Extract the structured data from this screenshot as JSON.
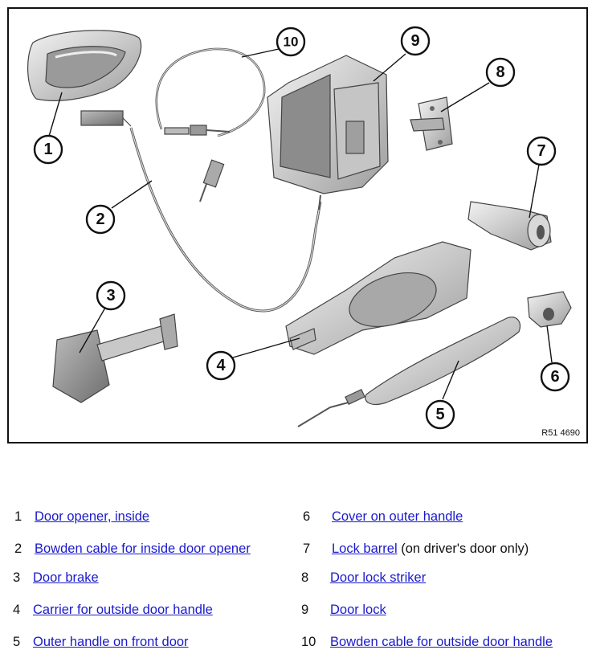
{
  "diagram": {
    "reference_code": "R51 4690",
    "callout_numbers": [
      "1",
      "2",
      "3",
      "4",
      "5",
      "6",
      "7",
      "8",
      "9",
      "10"
    ]
  },
  "legend": [
    {
      "num": "1",
      "label": "Door opener, inside",
      "note": ""
    },
    {
      "num": "2",
      "label": "Bowden cable for inside door opener",
      "note": ""
    },
    {
      "num": "3",
      "label": "Door brake",
      "note": ""
    },
    {
      "num": "4",
      "label": "Carrier for outside door handle",
      "note": ""
    },
    {
      "num": "5",
      "label": "Outer handle on front door",
      "note": ""
    },
    {
      "num": "6",
      "label": "Cover on outer handle",
      "note": ""
    },
    {
      "num": "7",
      "label": "Lock barrel",
      "note": " (on driver's door only)"
    },
    {
      "num": "8",
      "label": "Door lock striker",
      "note": ""
    },
    {
      "num": "9",
      "label": "Door lock",
      "note": ""
    },
    {
      "num": "10",
      "label": "Bowden cable for outside door handle",
      "note": ""
    }
  ],
  "colors": {
    "link": "#1a1acc",
    "part_fill": "#d4d4d4",
    "part_dark": "#8a8a8a",
    "outline": "#111111"
  }
}
